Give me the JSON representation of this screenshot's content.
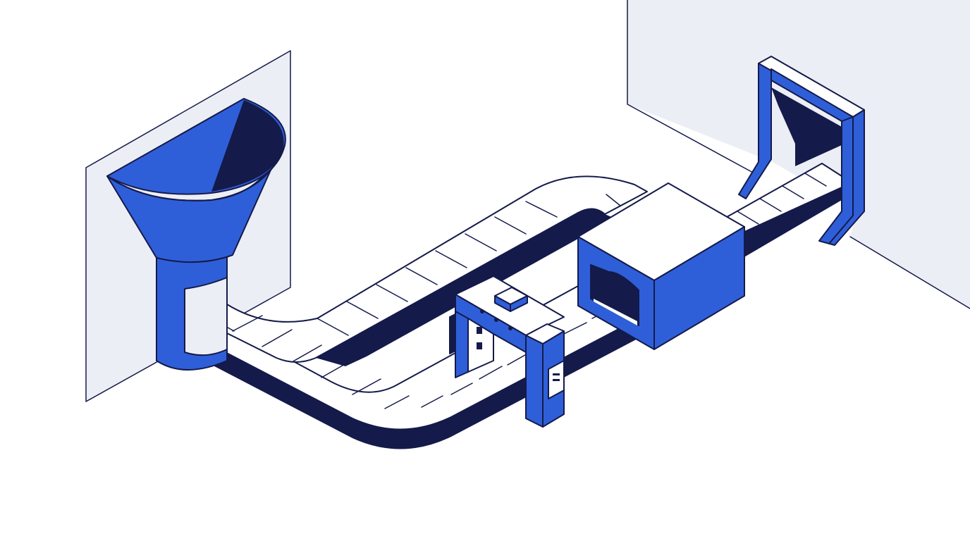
{
  "colors": {
    "background": "#ffffff",
    "wall": "#eceef5",
    "outline": "#141a4a",
    "accent_blue": "#2f5fd8",
    "dark_navy": "#141a4a",
    "belt_surface": "#ffffff"
  },
  "components": [
    {
      "name": "intake-funnel",
      "icon": "funnel-icon"
    },
    {
      "name": "conveyor-belt",
      "icon": "conveyor-icon"
    },
    {
      "name": "scanner-gate",
      "icon": "gate-icon"
    },
    {
      "name": "processing-box",
      "icon": "cube-icon"
    },
    {
      "name": "exit-portal",
      "icon": "doorway-icon"
    }
  ]
}
